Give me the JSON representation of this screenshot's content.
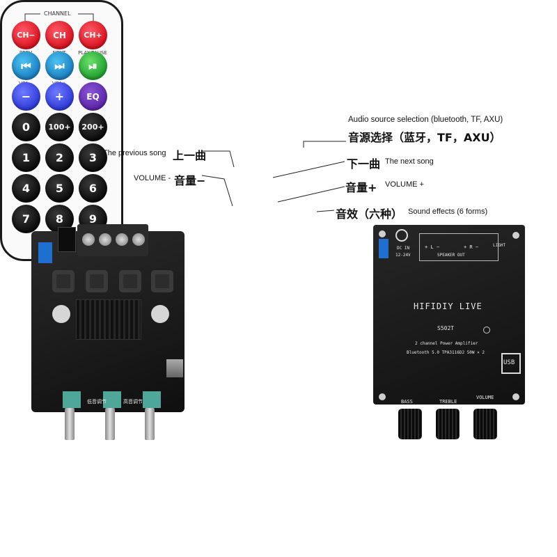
{
  "remote": {
    "channel_label": "CHANNEL",
    "rows": [
      [
        {
          "label": "CH−",
          "color": "red",
          "sub": "PREV"
        },
        {
          "label": "CH",
          "color": "red",
          "sub": "NEXT"
        },
        {
          "label": "CH+",
          "color": "red",
          "sub": "PLAY/PAUSE"
        }
      ],
      [
        {
          "label": "⏮",
          "color": "blue",
          "sub": "VOL−"
        },
        {
          "label": "⏭",
          "color": "blue",
          "sub": "VOL+"
        },
        {
          "label": "⏯",
          "color": "green",
          "sub": ""
        }
      ],
      [
        {
          "label": "−",
          "color": "royal",
          "sub": ""
        },
        {
          "label": "+",
          "color": "royal",
          "sub": ""
        },
        {
          "label": "EQ",
          "color": "purple",
          "sub": ""
        }
      ],
      [
        {
          "label": "0",
          "color": "black"
        },
        {
          "label": "100+",
          "color": "black"
        },
        {
          "label": "200+",
          "color": "black"
        }
      ],
      [
        {
          "label": "1",
          "color": "black"
        },
        {
          "label": "2",
          "color": "black"
        },
        {
          "label": "3",
          "color": "black"
        }
      ],
      [
        {
          "label": "4",
          "color": "black"
        },
        {
          "label": "5",
          "color": "black"
        },
        {
          "label": "6",
          "color": "black"
        }
      ],
      [
        {
          "label": "7",
          "color": "black"
        },
        {
          "label": "8",
          "color": "black"
        },
        {
          "label": "9",
          "color": "black"
        }
      ]
    ]
  },
  "annotations": {
    "source_en": "Audio source selection (bluetooth, TF, AXU)",
    "source_zh": "音源选择（蓝牙，TF，AXU）",
    "prev_en": "The previous song",
    "prev_zh": "上一曲",
    "next_zh": "下一曲",
    "next_en": "The next song",
    "vol_down_en": "VOLUME -",
    "vol_down_zh": "音量−",
    "vol_up_zh": "音量+",
    "vol_up_en": "VOLUME +",
    "eq_zh": "音效（六种）",
    "eq_en": "Sound effects (6 forms)"
  },
  "left_board": {
    "knob_labels": [
      "低音调节",
      "高音调节"
    ]
  },
  "right_board": {
    "dc_label": "DC IN",
    "dc_volt": "12-24V",
    "speaker_out": "SPEAKER OUT",
    "speaker_l": "+ L −",
    "speaker_r": "+ R −",
    "light": "LIGHT",
    "brand": "HIFIDIY LIVE",
    "model": "S502T",
    "desc": "2 channel Power Amplifier",
    "spec": "Bluetooth 5.0  TPA3116D2 50W × 2",
    "usb": "USB",
    "bass": "BASS",
    "treble": "TREBLE",
    "volume": "VOLUME"
  }
}
